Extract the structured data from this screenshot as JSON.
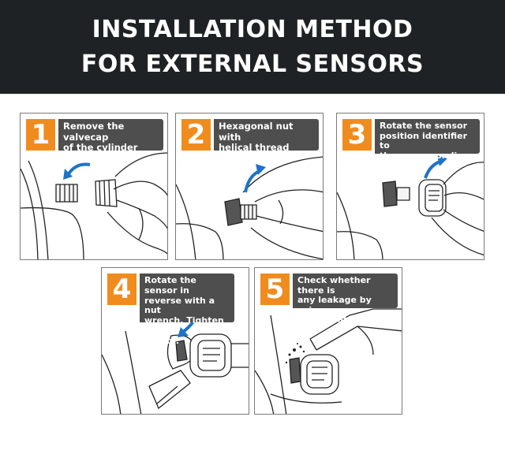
{
  "header": {
    "line1": "INSTALLATION METHOD",
    "line2": "FOR EXTERNAL SENSORS"
  },
  "accent_color": "#f08c1e",
  "steps": [
    {
      "number": "1",
      "text": "Remove the valvecap\nof the cylinder head."
    },
    {
      "number": "2",
      "text": "Hexagonal nut with\nhelical thread"
    },
    {
      "number": "3",
      "text": "Rotate the sensor\nposition identifier to\nthe corresponding tire"
    },
    {
      "number": "4",
      "text": "Rotate the sensor in\nreverse with a nut\nwrench. Tighten the\nsensor."
    },
    {
      "number": "5",
      "text": "Check whether there is\nany leakage by using\nsoapy water."
    }
  ]
}
